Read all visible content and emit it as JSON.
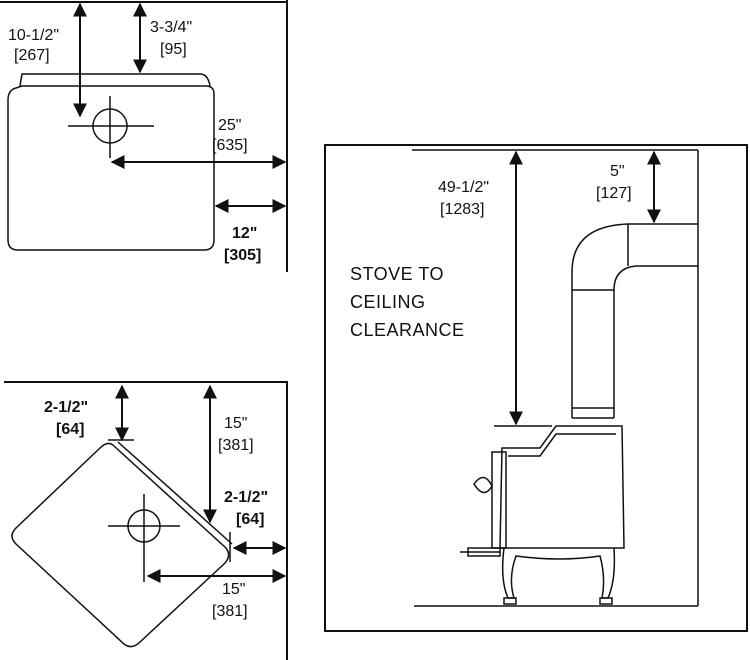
{
  "top_view": {
    "dim_left": {
      "imperial": "10-1/2\"",
      "metric": "[267]"
    },
    "dim_top": {
      "imperial": "3-3/4\"",
      "metric": "[95]"
    },
    "dim_flue": {
      "imperial": "25\"",
      "metric": "[635]"
    },
    "dim_side": {
      "imperial": "12\"",
      "metric": "[305]"
    }
  },
  "corner_view": {
    "dim_back": {
      "imperial": "2-1/2\"",
      "metric": "[64]"
    },
    "dim_flue_v": {
      "imperial": "15\"",
      "metric": "[381]"
    },
    "dim_side": {
      "imperial": "2-1/2\"",
      "metric": "[64]"
    },
    "dim_flue_h": {
      "imperial": "15\"",
      "metric": "[381]"
    }
  },
  "side_view": {
    "caption_lines": [
      "STOVE TO",
      "CEILING",
      "CLEARANCE"
    ],
    "dim_ceiling": {
      "imperial": "49-1/2\"",
      "metric": "[1283]"
    },
    "dim_pipe": {
      "imperial": "5\"",
      "metric": "[127]"
    }
  }
}
